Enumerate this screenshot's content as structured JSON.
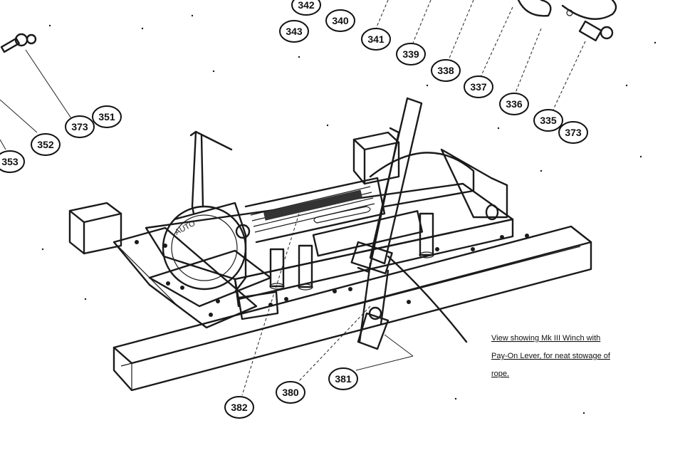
{
  "caption": {
    "lines": [
      "View showing Mk III Winch with",
      "Pay-On Lever, for neat stowage of",
      "rope."
    ]
  },
  "drum_lettering": "AUTO",
  "callouts": [
    {
      "name": "callout-342",
      "label": "342"
    },
    {
      "name": "callout-343",
      "label": "343"
    },
    {
      "name": "callout-340",
      "label": "340"
    },
    {
      "name": "callout-341",
      "label": "341"
    },
    {
      "name": "callout-339",
      "label": "339"
    },
    {
      "name": "callout-338",
      "label": "338"
    },
    {
      "name": "callout-337",
      "label": "337"
    },
    {
      "name": "callout-336",
      "label": "336"
    },
    {
      "name": "callout-335",
      "label": "335"
    },
    {
      "name": "callout-373-right",
      "label": "373"
    },
    {
      "name": "callout-351-top",
      "label": "351"
    },
    {
      "name": "callout-373-left",
      "label": "373"
    },
    {
      "name": "callout-352",
      "label": "352"
    },
    {
      "name": "callout-353",
      "label": "353"
    },
    {
      "name": "callout-381",
      "label": "381"
    },
    {
      "name": "callout-380",
      "label": "380"
    },
    {
      "name": "callout-382",
      "label": "382"
    }
  ]
}
